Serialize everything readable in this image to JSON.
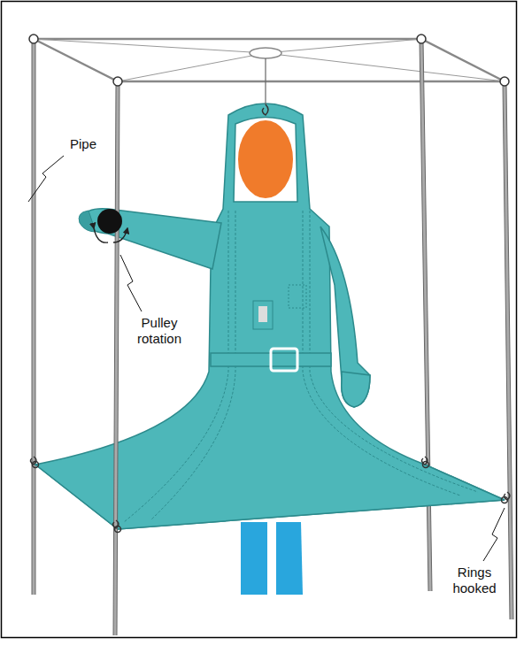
{
  "diagram": {
    "labels": [
      "Pipe",
      "Pulley rotation",
      "Rings hooked"
    ]
  }
}
